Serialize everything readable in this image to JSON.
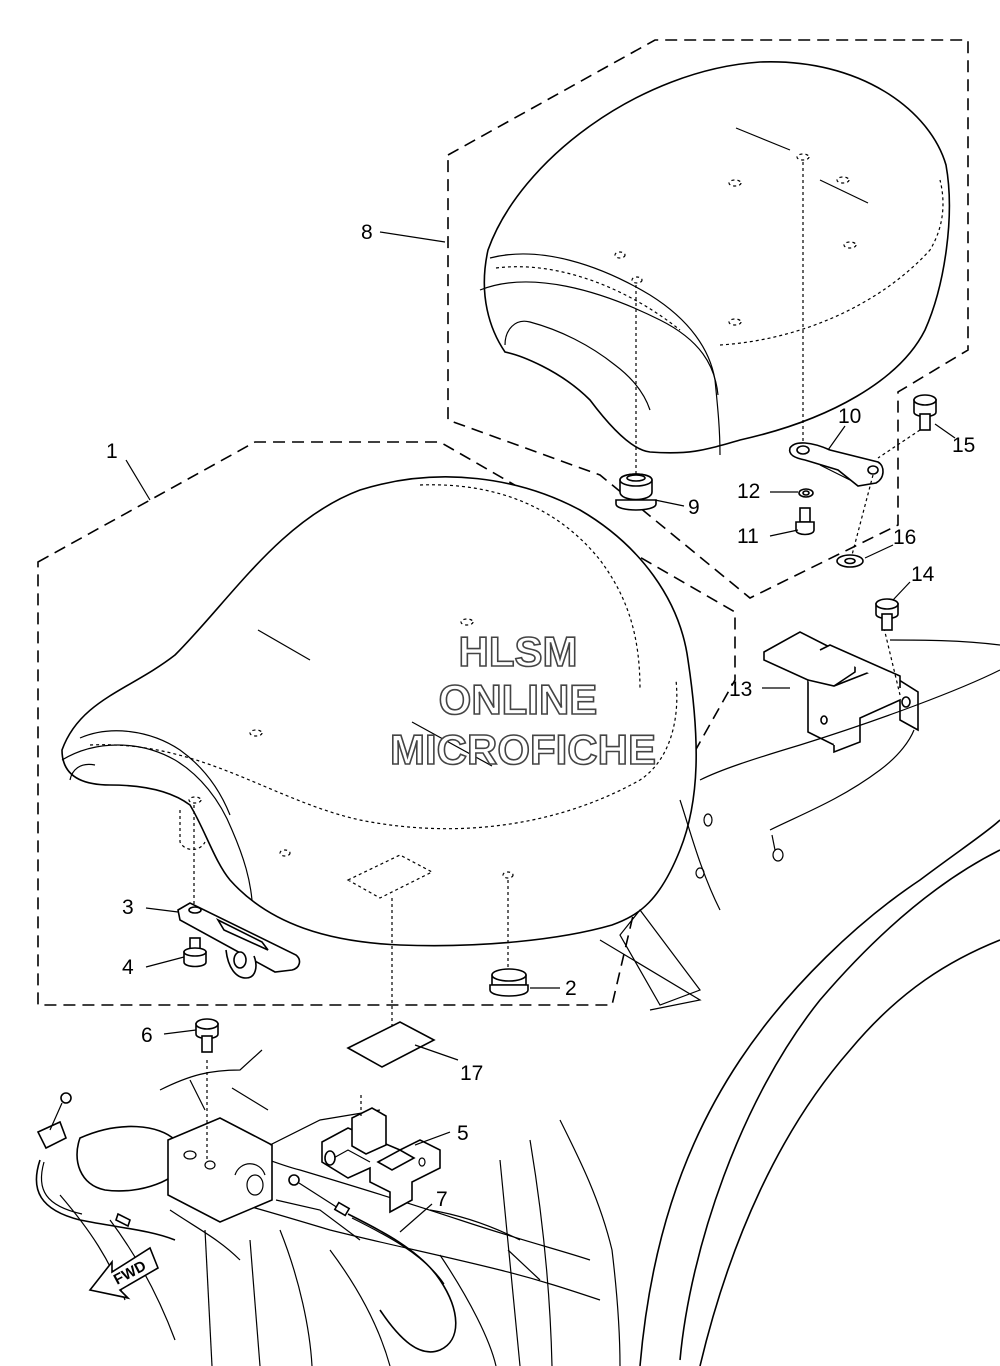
{
  "diagram": {
    "callouts": [
      {
        "id": "1",
        "label": "1"
      },
      {
        "id": "2",
        "label": "2"
      },
      {
        "id": "3",
        "label": "3"
      },
      {
        "id": "4",
        "label": "4"
      },
      {
        "id": "5",
        "label": "5"
      },
      {
        "id": "6",
        "label": "6"
      },
      {
        "id": "7",
        "label": "7"
      },
      {
        "id": "8",
        "label": "8"
      },
      {
        "id": "9",
        "label": "9"
      },
      {
        "id": "10",
        "label": "10"
      },
      {
        "id": "11",
        "label": "11"
      },
      {
        "id": "12",
        "label": "12"
      },
      {
        "id": "13",
        "label": "13"
      },
      {
        "id": "14",
        "label": "14"
      },
      {
        "id": "15",
        "label": "15"
      },
      {
        "id": "16",
        "label": "16"
      },
      {
        "id": "17",
        "label": "17"
      }
    ],
    "direction_label": "FWD"
  },
  "watermark": {
    "line1": "HLSM",
    "line2": "ONLINE",
    "line3": "MICROFICHE"
  }
}
